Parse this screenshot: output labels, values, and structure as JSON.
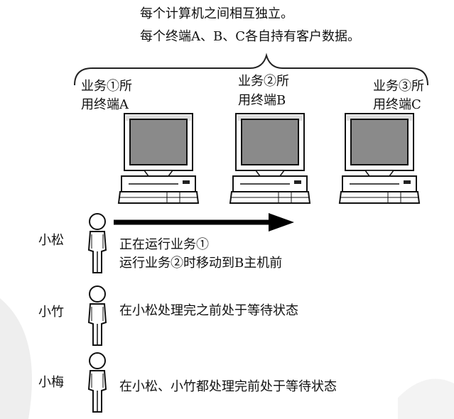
{
  "header": {
    "line1": "每个计算机之间相互独立。",
    "line2": "每个终端A、B、C各自持有客户数据。"
  },
  "terminals": [
    {
      "line1": "业务①所",
      "line2": "用终端A"
    },
    {
      "line1": "业务②所",
      "line2": "用终端B"
    },
    {
      "line1": "业务③所",
      "line2": "用终端C"
    }
  ],
  "people": [
    {
      "name": "小松",
      "status_line1": "正在运行业务①",
      "status_line2": "运行业务②时移动到B主机前"
    },
    {
      "name": "小竹",
      "status_line1": "在小松处理完之前处于等待状态"
    },
    {
      "name": "小梅",
      "status_line1": "在小松、小竹都处理完前处于等待状态"
    }
  ]
}
